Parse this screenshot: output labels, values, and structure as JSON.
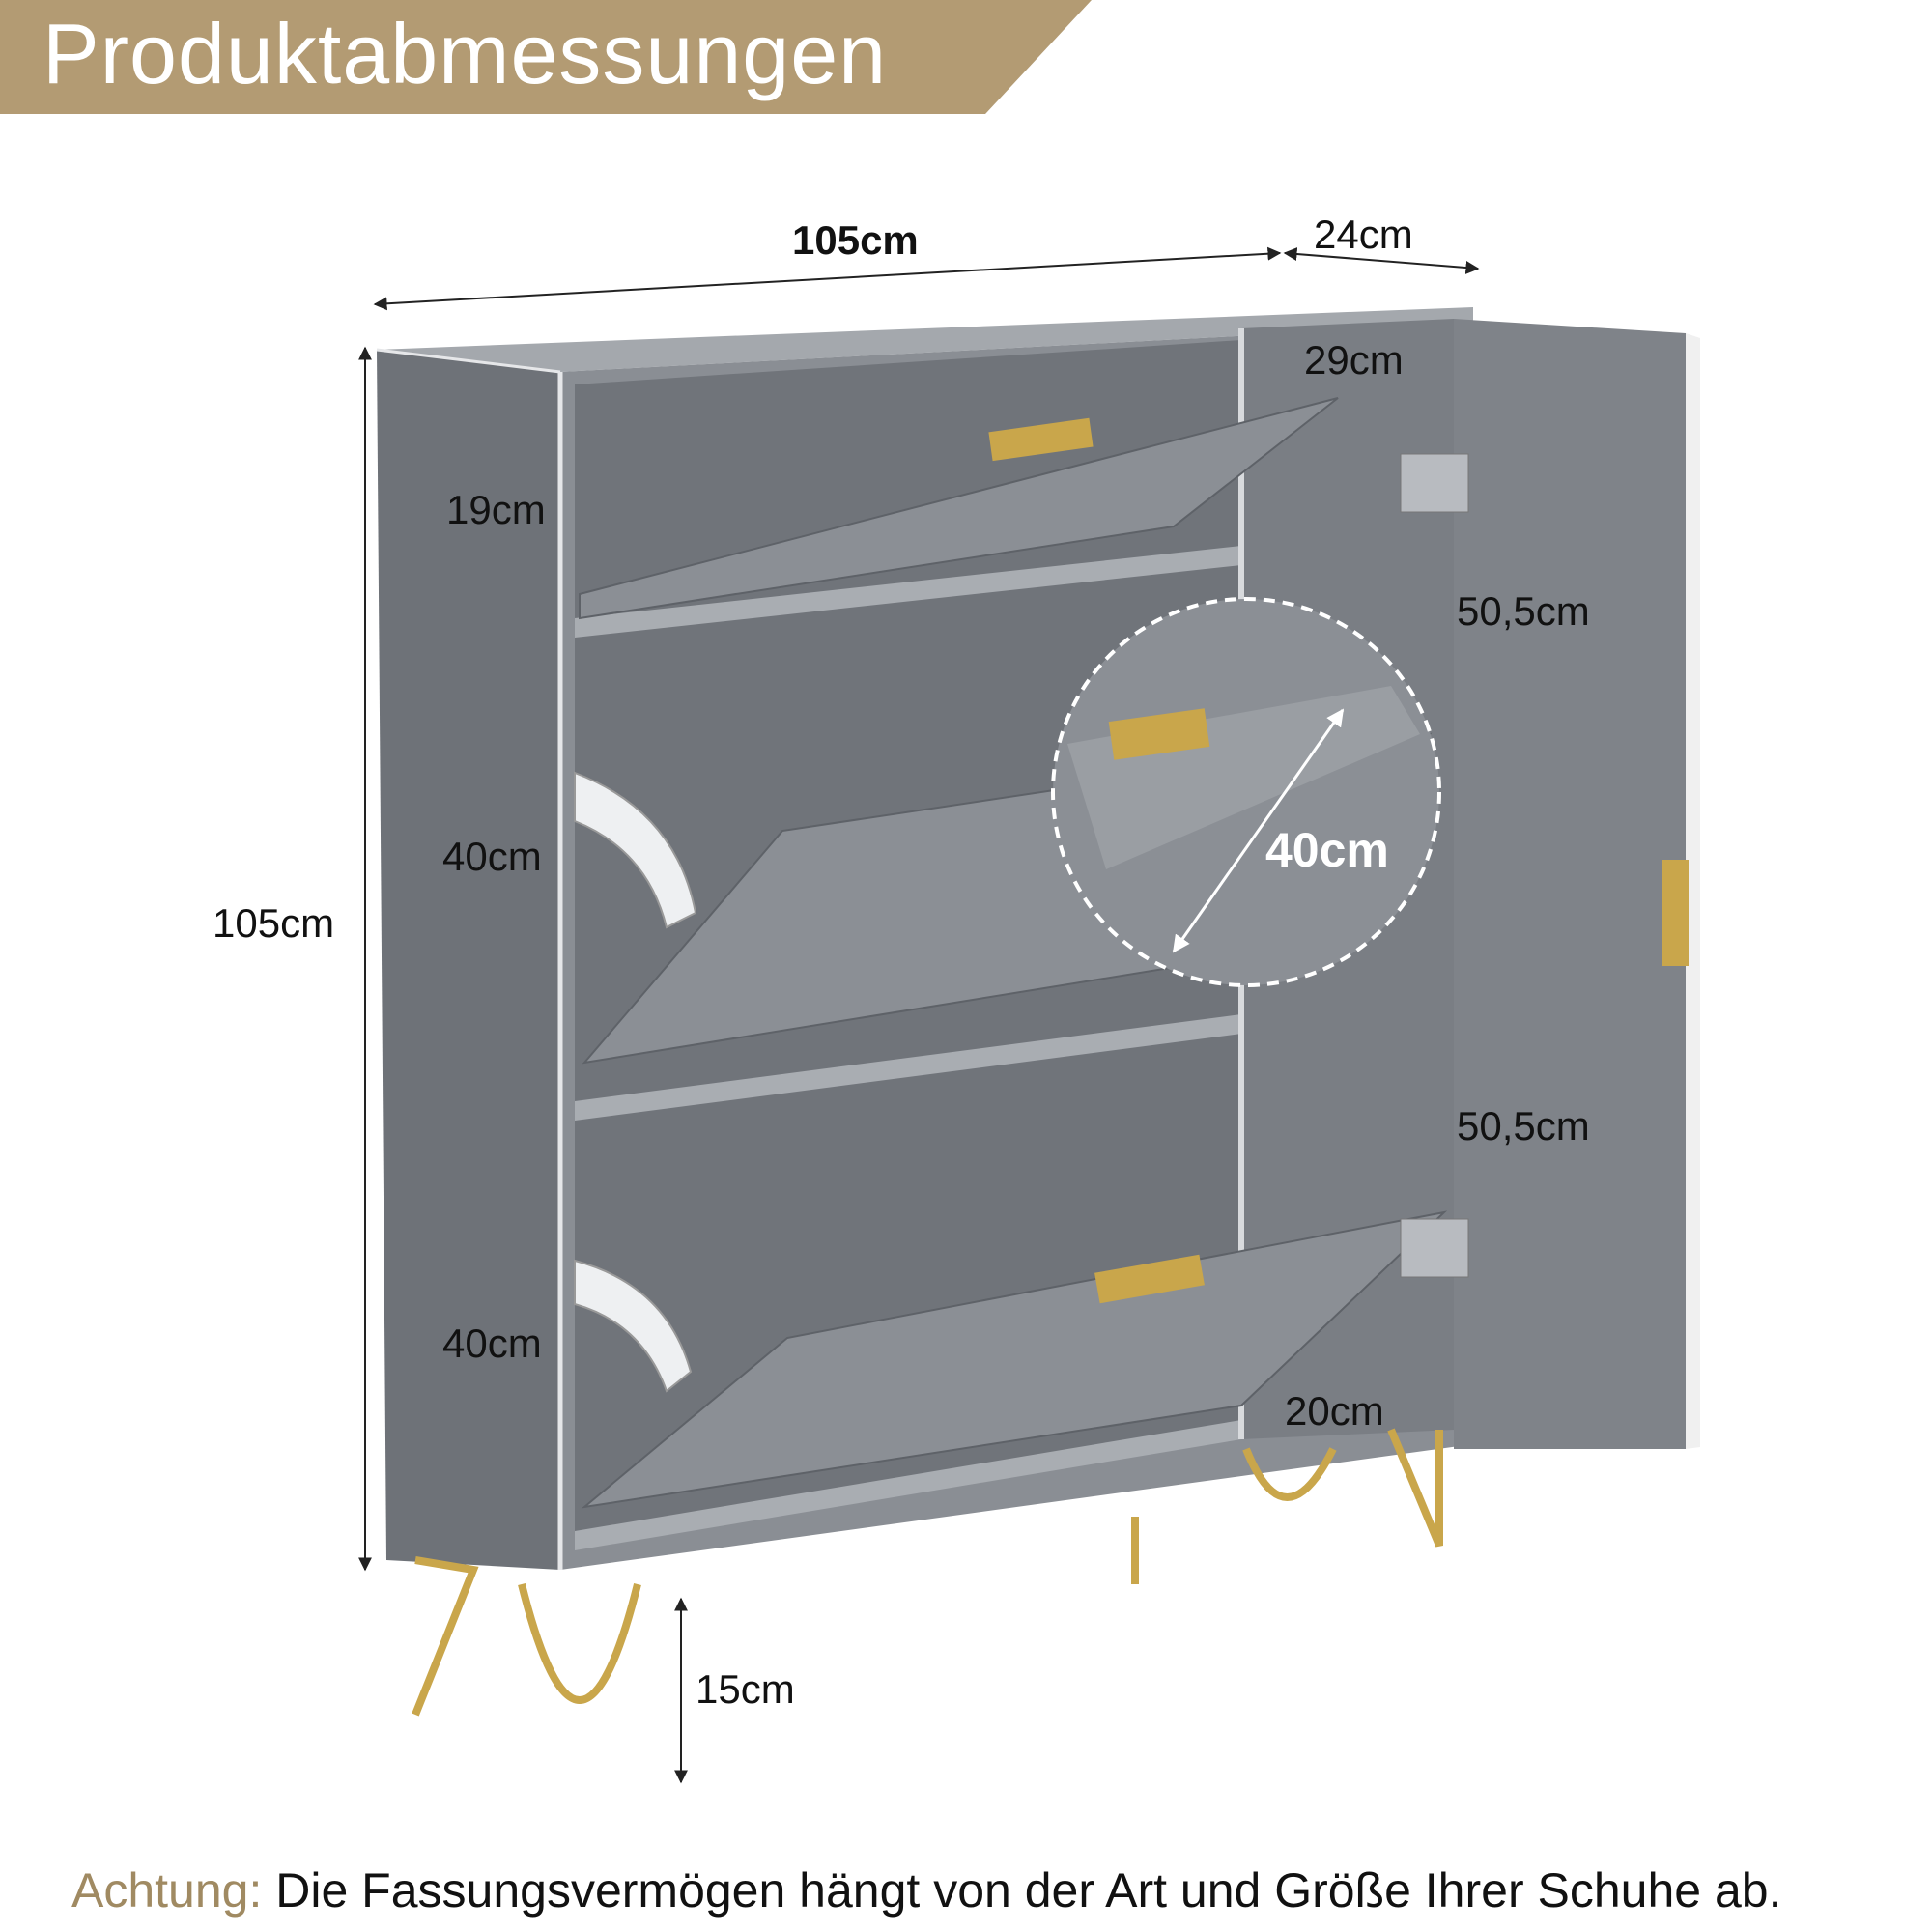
{
  "header": {
    "title": "Produktabmessungen"
  },
  "dimensions": {
    "width": "105cm",
    "depth": "24cm",
    "height": "105cm",
    "inner_depth": "29cm",
    "top_flap": "19cm",
    "middle_flap": "40cm",
    "bottom_flap": "40cm",
    "door_upper": "50,5cm",
    "door_lower": "50,5cm",
    "shelf_depth": "20cm",
    "leg_height": "15cm",
    "zoom_flap": "40cm"
  },
  "footer": {
    "label": "Achtung:",
    "text": " Die Fassungsvermögen hängt von der Art und Größe Ihrer Schuhe ab."
  },
  "colors": {
    "banner": "#b39b73",
    "cabinet": "#7b7f85",
    "gold": "#c9a64b",
    "warning_text": "#a08a62"
  }
}
